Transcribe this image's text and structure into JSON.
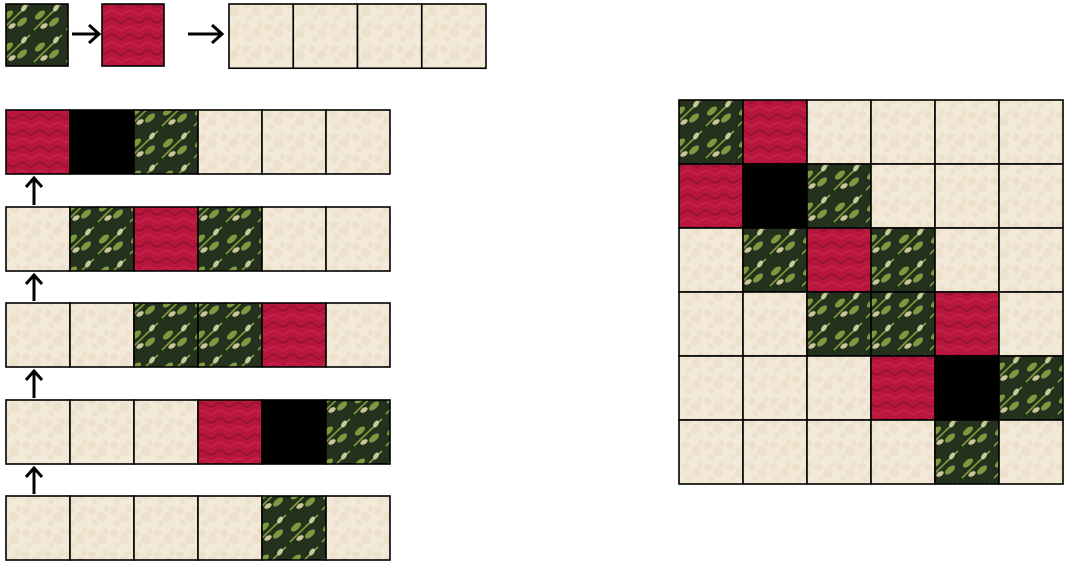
{
  "fabrics": {
    "cream": {
      "name": "cream-background-fabric",
      "color": "#f3e9d8",
      "fleck": "#e7dac3"
    },
    "red": {
      "name": "red-batik-fabric",
      "color": "#b8163c",
      "fleck": "#7f0f2a"
    },
    "green": {
      "name": "green-leaf-print-fabric",
      "color": "#23311d",
      "fleck": "#7e9a3f",
      "leaf": "#c7c79a"
    },
    "black": {
      "name": "black-fabric",
      "color": "#000000"
    }
  },
  "legend": {
    "sequence": [
      "green",
      "red"
    ],
    "strip": [
      "cream",
      "cream",
      "cream",
      "cream"
    ]
  },
  "rows": [
    [
      "red",
      "black",
      "green",
      "cream",
      "cream",
      "cream"
    ],
    [
      "cream",
      "green",
      "red",
      "green",
      "cream",
      "cream"
    ],
    [
      "cream",
      "cream",
      "green",
      "green",
      "red",
      "cream"
    ],
    [
      "cream",
      "cream",
      "cream",
      "red",
      "black",
      "green"
    ],
    [
      "cream",
      "cream",
      "cream",
      "cream",
      "green",
      "cream"
    ]
  ],
  "block": [
    [
      "green",
      "red",
      "cream",
      "cream",
      "cream",
      "cream"
    ],
    [
      "red",
      "black",
      "green",
      "cream",
      "cream",
      "cream"
    ],
    [
      "cream",
      "green",
      "red",
      "green",
      "cream",
      "cream"
    ],
    [
      "cream",
      "cream",
      "green",
      "green",
      "red",
      "cream"
    ],
    [
      "cream",
      "cream",
      "cream",
      "red",
      "black",
      "green"
    ],
    [
      "cream",
      "cream",
      "cream",
      "cream",
      "green",
      "cream"
    ]
  ]
}
